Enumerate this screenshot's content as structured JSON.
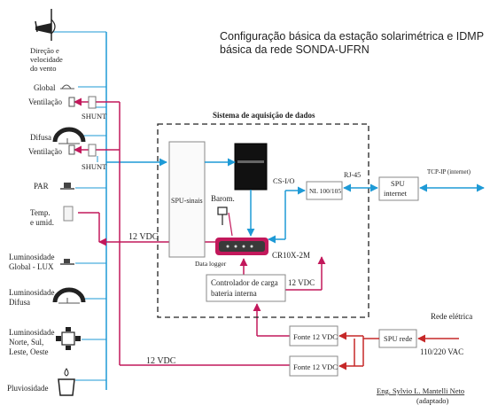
{
  "title": {
    "line1": "Configuração básica da estação solarimétrica e IDMP",
    "line2": "básica da rede SONDA-UFRN"
  },
  "sensors": {
    "wind": [
      "Direção e",
      "velocidade",
      "do vento"
    ],
    "global": "Global",
    "ventilation1": "Ventilação",
    "shunt1": "SHUNT",
    "difusa": "Difusa",
    "ventilation2": "Ventilação",
    "shunt2": "SHUNT",
    "par": "PAR",
    "temp": [
      "Temp.",
      "e umid."
    ],
    "lum_global": [
      "Luminosidade",
      "Global - LUX"
    ],
    "lum_difusa": [
      "Luminosidade",
      "Difusa"
    ],
    "lum_nslo": [
      "Luminosidade",
      "Norte, Sul,",
      "Leste, Oeste"
    ],
    "rain": "Pluviosidade"
  },
  "system": {
    "label": "Sistema de aquisição de dados",
    "spu_sinais": "SPU-sinais",
    "barom": "Barom.",
    "cr10x": "CR10X-2M",
    "datalogger": "Data logger",
    "csio": "CS-I/O",
    "nl": "NL 100/105",
    "rj45": "RJ-45",
    "controller": [
      "Controlador de carga",
      "bateria interna"
    ],
    "vdc_temp": "12 VDC",
    "vdc_ctrl": "12 VDC"
  },
  "network": {
    "spu_internet": [
      "SPU",
      "internet"
    ],
    "tcpip": "TCP-IP (internet)"
  },
  "power": {
    "rede_eletrica": "Rede elétrica",
    "spu_rede": "SPU rede",
    "fonte1": "Fonte 12 VDC",
    "fonte2": "Fonte 12 VDC",
    "vac": "110/220 VAC",
    "vdc_bottom": "12 VDC"
  },
  "author": {
    "name": "Eng. Sylvio L. Mantelli Neto",
    "note": "(adaptado)"
  },
  "colors": {
    "blue": "#1e9ad6",
    "magenta": "#c2185b",
    "red": "#c62828",
    "dark": "#222222"
  }
}
